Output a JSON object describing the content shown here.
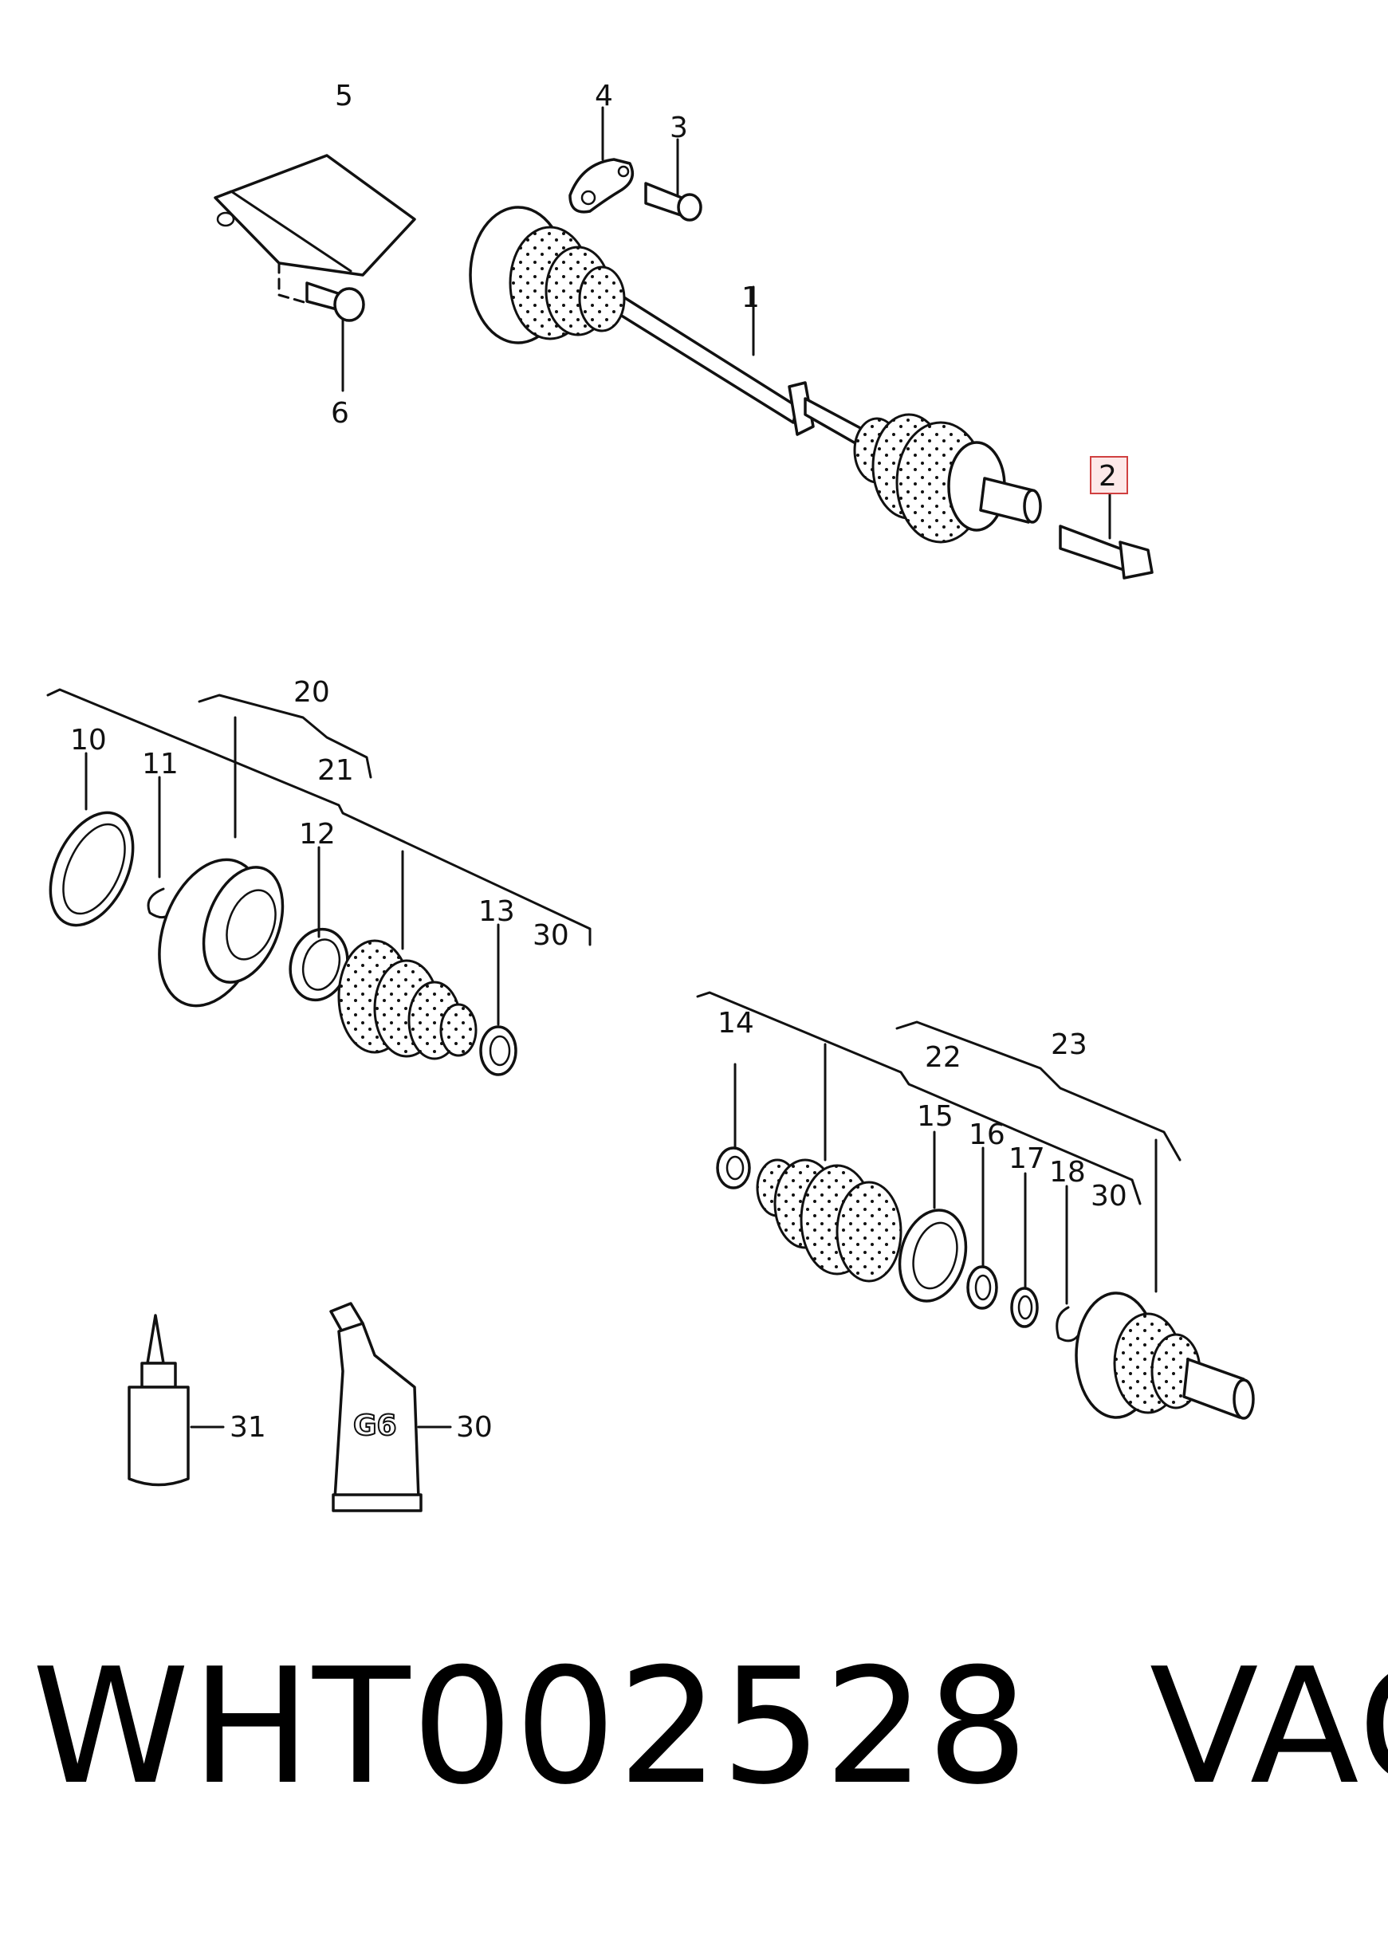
{
  "callouts": {
    "c1": "1",
    "c2": "2",
    "c3": "3",
    "c4": "4",
    "c5": "5",
    "c6": "6",
    "c10": "10",
    "c11": "11",
    "c12": "12",
    "c13": "13",
    "c14": "14",
    "c15": "15",
    "c16": "16",
    "c17": "17",
    "c18": "18",
    "c20": "20",
    "c21": "21",
    "c22": "22",
    "c23": "23",
    "c30a": "30",
    "c30b": "30",
    "c30c": "30",
    "c31": "31"
  },
  "tube_label": "G6",
  "highlighted_callout": "2",
  "colors": {
    "highlight_fill": "#fde8e8",
    "highlight_stroke": "#d04040",
    "ink": "#111111"
  },
  "footer": {
    "part_number": "WHT002528",
    "brand": "VAG"
  }
}
